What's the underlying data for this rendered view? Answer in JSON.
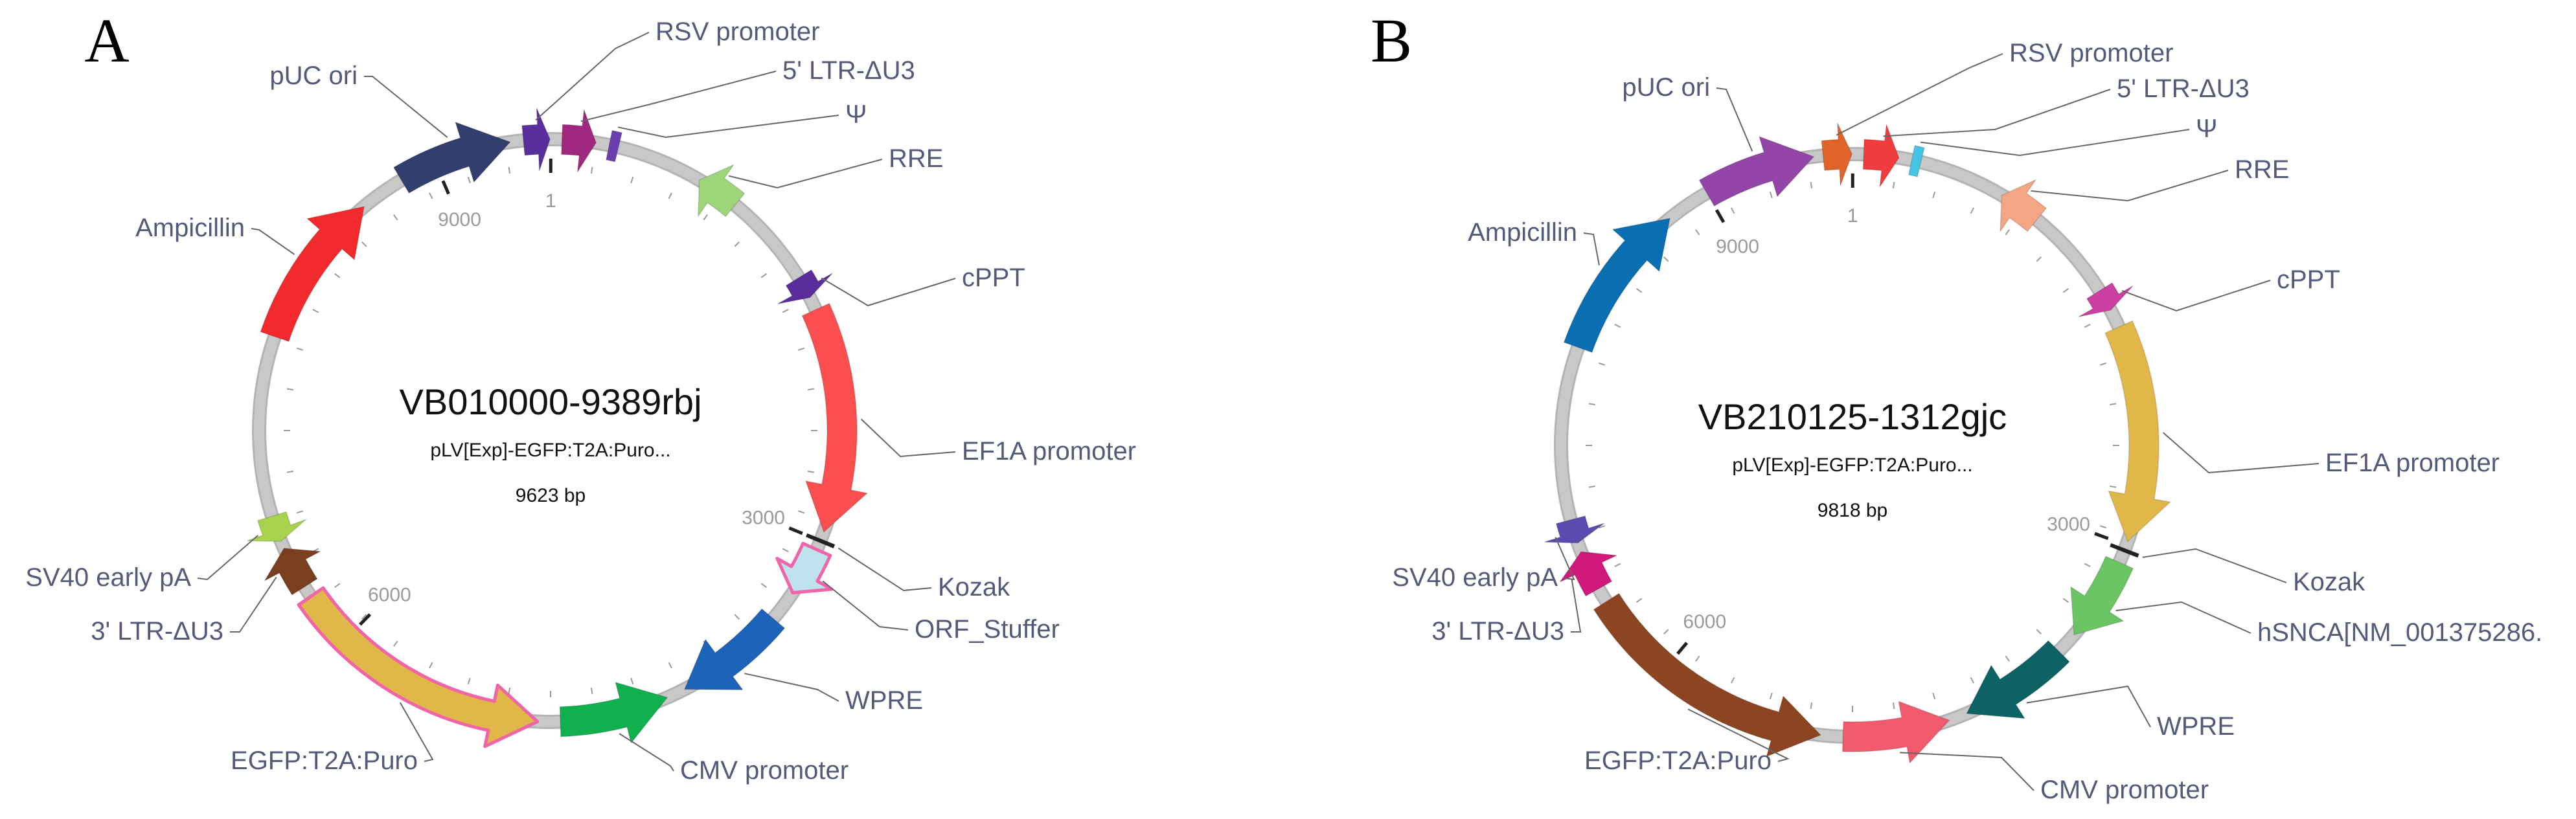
{
  "panels": [
    {
      "letter": "A",
      "name": "VB010000-9389rbj",
      "subtitle": "pLV[Exp]-EGFP:T2A:Puro...",
      "length_label": "9623 bp",
      "length": 9623,
      "tick_labels": [
        {
          "pos": 1,
          "label": "1"
        },
        {
          "pos": 3000,
          "label": "3000"
        },
        {
          "pos": 6000,
          "label": "6000"
        },
        {
          "pos": 9000,
          "label": "9000"
        }
      ],
      "features": [
        {
          "name": "RSV promoter",
          "start": 9480,
          "end": 9620,
          "dir": 1,
          "color": "#5a2d9c",
          "kind": "arrow"
        },
        {
          "name": "5' LTR-ΔU3",
          "start": 60,
          "end": 240,
          "dir": 1,
          "color": "#a1287f",
          "kind": "arrow"
        },
        {
          "name": "Ψ",
          "start": 310,
          "end": 360,
          "dir": 1,
          "color": "#6a3fb0",
          "kind": "bar"
        },
        {
          "name": "RRE",
          "start": 820,
          "end": 1050,
          "dir": -1,
          "color": "#9ed47a",
          "kind": "arrow"
        },
        {
          "name": "cPPT",
          "start": 1560,
          "end": 1680,
          "dir": 1,
          "color": "#5a2d9c",
          "kind": "arrow"
        },
        {
          "name": "EF1A promoter",
          "start": 1750,
          "end": 2950,
          "dir": 1,
          "color": "#fb4e4e",
          "kind": "arrow"
        },
        {
          "name": "Kozak",
          "start": 2990,
          "end": 3010,
          "dir": 1,
          "color": "#222222",
          "kind": "bar"
        },
        {
          "name": "ORF_Stuffer",
          "start": 3050,
          "end": 3310,
          "dir": 1,
          "color": "#bfe3ee",
          "kind": "arrow",
          "stroke": "#f064a8"
        },
        {
          "name": "WPRE",
          "start": 3480,
          "end": 4080,
          "dir": 1,
          "color": "#1b64b8",
          "kind": "arrow"
        },
        {
          "name": "CMV promoter",
          "start": 4180,
          "end": 4760,
          "dir": -1,
          "color": "#10b04e",
          "kind": "arrow"
        },
        {
          "name": "EGFP:T2A:Puro",
          "start": 4880,
          "end": 6290,
          "dir": -1,
          "color": "#e2b74a",
          "kind": "arrow",
          "stroke": "#f064a8"
        },
        {
          "name": "3' LTR-ΔU3",
          "start": 6350,
          "end": 6580,
          "dir": 1,
          "color": "#7a3f1e",
          "kind": "arrow"
        },
        {
          "name": "SV40 early pA",
          "start": 6620,
          "end": 6760,
          "dir": -1,
          "color": "#a8d44d",
          "kind": "arrow"
        },
        {
          "name": "Ampicillin",
          "start": 7720,
          "end": 8560,
          "dir": 1,
          "color": "#f22a2e",
          "kind": "arrow"
        },
        {
          "name": "pUC ori",
          "start": 8800,
          "end": 9410,
          "dir": 1,
          "color": "#323e6e",
          "kind": "arrow"
        }
      ]
    },
    {
      "letter": "B",
      "name": "VB210125-1312gjc",
      "subtitle": "pLV[Exp]-EGFP:T2A:Puro...",
      "length_label": "9818 bp",
      "length": 9818,
      "tick_labels": [
        {
          "pos": 1,
          "label": "1"
        },
        {
          "pos": 3000,
          "label": "3000"
        },
        {
          "pos": 6000,
          "label": "6000"
        },
        {
          "pos": 9000,
          "label": "9000"
        }
      ],
      "features": [
        {
          "name": "RSV promoter",
          "start": 9660,
          "end": 9815,
          "dir": 1,
          "color": "#e0632a",
          "kind": "arrow"
        },
        {
          "name": "5' LTR-ΔU3",
          "start": 60,
          "end": 250,
          "dir": 1,
          "color": "#f03c3c",
          "kind": "arrow"
        },
        {
          "name": "Ψ",
          "start": 320,
          "end": 370,
          "dir": 1,
          "color": "#46c4e6",
          "kind": "bar"
        },
        {
          "name": "RRE",
          "start": 840,
          "end": 1070,
          "dir": -1,
          "color": "#f4a584",
          "kind": "arrow"
        },
        {
          "name": "cPPT",
          "start": 1580,
          "end": 1700,
          "dir": 1,
          "color": "#cc3fa2",
          "kind": "arrow"
        },
        {
          "name": "EF1A promoter",
          "start": 1800,
          "end": 2980,
          "dir": 1,
          "color": "#e2b74a",
          "kind": "arrow"
        },
        {
          "name": "Kozak",
          "start": 3020,
          "end": 3040,
          "dir": 1,
          "color": "#222222",
          "kind": "bar"
        },
        {
          "name": "hSNCA[NM_001375286.",
          "start": 3100,
          "end": 3560,
          "dir": 1,
          "color": "#6cc564",
          "kind": "arrow"
        },
        {
          "name": "WPRE",
          "start": 3680,
          "end": 4280,
          "dir": 1,
          "color": "#0d6264",
          "kind": "arrow"
        },
        {
          "name": "CMV promoter",
          "start": 4380,
          "end": 4960,
          "dir": -1,
          "color": "#f25a6e",
          "kind": "arrow"
        },
        {
          "name": "EGFP:T2A:Puro",
          "start": 5080,
          "end": 6480,
          "dir": -1,
          "color": "#8c4520",
          "kind": "arrow"
        },
        {
          "name": "3' LTR-ΔU3",
          "start": 6560,
          "end": 6780,
          "dir": 1,
          "color": "#d0197a",
          "kind": "arrow"
        },
        {
          "name": "SV40 early pA",
          "start": 6830,
          "end": 6960,
          "dir": -1,
          "color": "#5b4bb0",
          "kind": "arrow"
        },
        {
          "name": "Ampicillin",
          "start": 7900,
          "end": 8760,
          "dir": 1,
          "color": "#0a6eb2",
          "kind": "arrow"
        },
        {
          "name": "pUC ori",
          "start": 9000,
          "end": 9610,
          "dir": 1,
          "color": "#9446a8",
          "kind": "arrow"
        }
      ]
    }
  ],
  "colors": {
    "backbone": "#c8c8c8",
    "backbone_edge": "#b4b4b4",
    "leader": "#666666",
    "label_text": "#555a78"
  }
}
